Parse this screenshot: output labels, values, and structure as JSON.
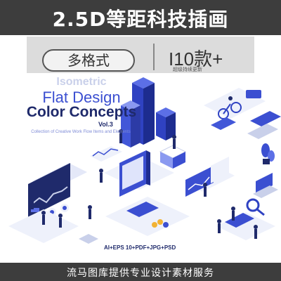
{
  "banner": {
    "title": "2.5D等距科技插画"
  },
  "info": {
    "format_pill": "多格式",
    "count": "I10款+",
    "update_note": "超级持续更新"
  },
  "headline": {
    "line1": "Isometric",
    "line2": "Flat Design",
    "line3": "Color Concepts",
    "vol": "Vol.3",
    "subtitle": "Collection of Creative Work Flow Items and Elements"
  },
  "formats": "AI+EPS 10+PDF+JPG+PSD",
  "footer": {
    "text": "流马图库提供专业设计素材服务"
  },
  "colors": {
    "primary_blue": "#3b4fd1",
    "dark_navy": "#1f2a6b",
    "light_blue": "#c9d0ea",
    "banner_grey": "#3d3d3d"
  }
}
